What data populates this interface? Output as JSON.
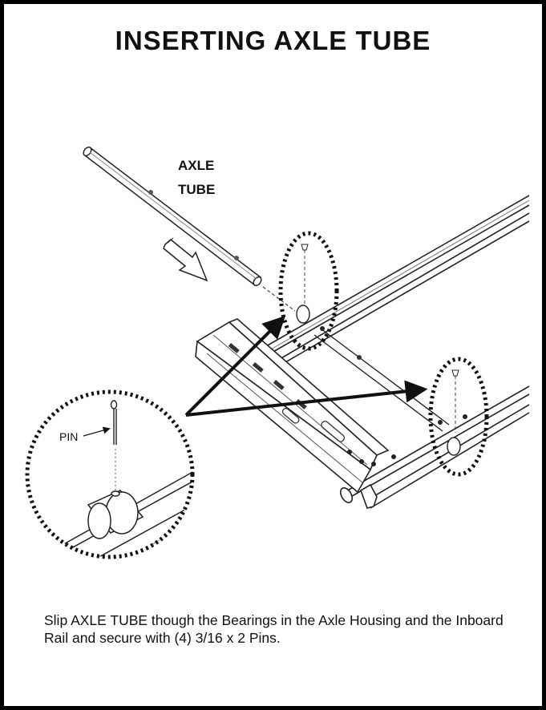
{
  "page": {
    "title": "INSERTING AXLE TUBE",
    "caption": "Slip AXLE TUBE though the Bearings in the Axle Housing and the Inboard Rail and secure with (4) 3/16 x 2 Pins."
  },
  "callouts": {
    "axle_tube_line1": "AXLE",
    "axle_tube_line2": "TUBE",
    "pin": "PIN"
  },
  "colors": {
    "ink": "#111111",
    "border": "#000000",
    "background": "#ffffff"
  }
}
